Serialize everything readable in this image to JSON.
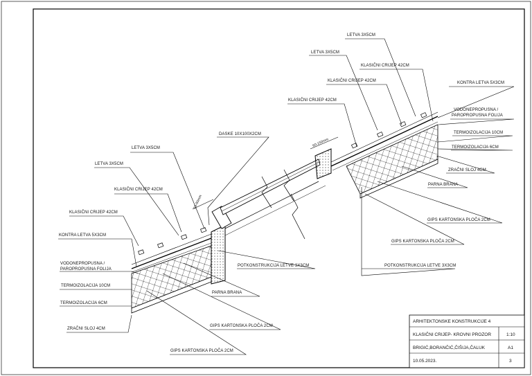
{
  "labels_left": [
    "LETVA 3X5CM",
    "LETVA 3X5CM",
    "DASKE 10X100X2CM",
    "KLASIČNI CRIJEP 42CM",
    "KLASIČNI CRIJEP 42CM",
    "KONTRA LETVA 5X3CM",
    "VODONEPROPUSNA /",
    "PAROPROPUSNA FOLIJA",
    "TERMOIZOLACIJA 10CM",
    "TERMOIZOLACIJA 6CM",
    "ZRAČNI SLOJ 4CM",
    "POTKONSTRUKCIJA LETVE 3X3CM",
    "PARNA BRANA",
    "GIPS KARTONSKA PLOČA 2CM",
    "GIPS KARTONSKA PLOČA 2CM"
  ],
  "labels_right": [
    "LETVA 3X5CM",
    "LETVA 3X5CM",
    "KLASIČNI CRIJEP 42CM",
    "KLASIČNI CRIJEP 42CM",
    "KLASIČNI CRIJEP 42CM",
    "KONTRA LETVA 5X3CM",
    "VODONEPROPUSNA /",
    "PAROPROPUSNA FOLIJA",
    "TERMOIZOLACIJA 10CM",
    "TERMOIZOLACIJA 6CM",
    "ZRAČNI SLOJ 4CM",
    "PARNA BRANA",
    "GIPS KARTONSKA PLOČA 2CM",
    "GIPS KARTONSKA PLOČA 2CM",
    "POTKONSTRUKCIJA LETVE 3X3CM"
  ],
  "dimensions": [
    "60-80mm",
    "60-150mm"
  ],
  "title_block": {
    "course": "ARHITEKTONSKE KONSTRUKCIJE 4",
    "drawing": "KLASIČNI CRIJEP- KROVNI PROZOR",
    "scale": "1:10",
    "authors": "BRIGIĆ,BORANČIĆ,ČIŠIJA,ČALUK",
    "format": "A1",
    "date": "10.05.2023.",
    "sheet": "3"
  }
}
